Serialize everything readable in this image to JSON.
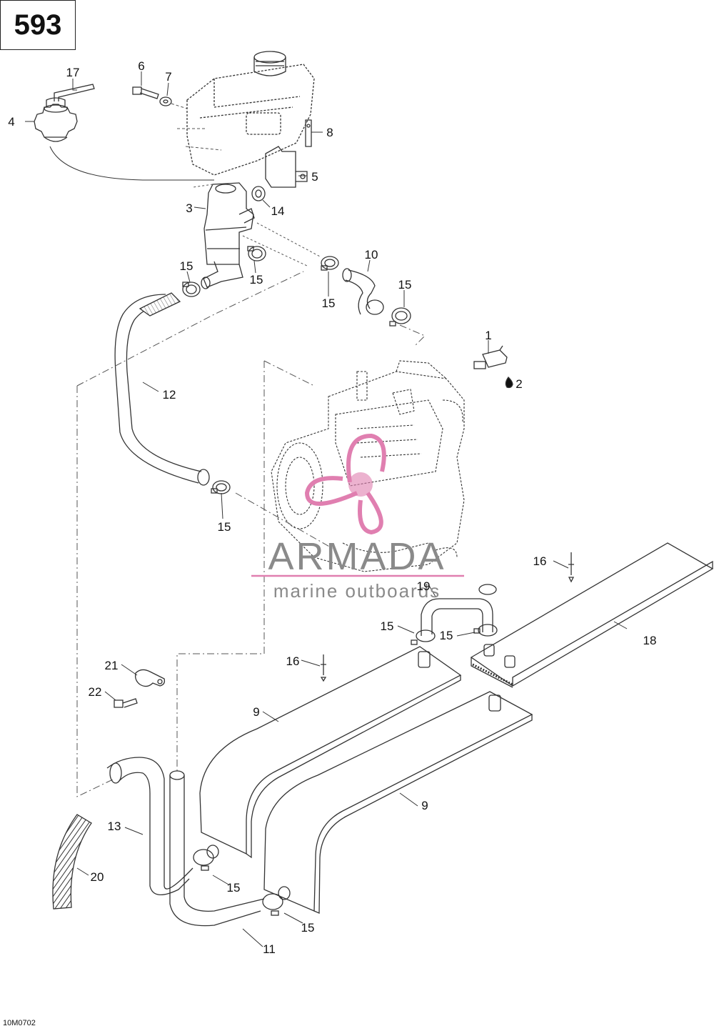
{
  "page": {
    "number": "593",
    "drawing_code": "10M0702"
  },
  "watermark": {
    "brand": "ARMADA",
    "tagline": "marine outboards",
    "accent_color": "#e07fb0"
  },
  "callouts": {
    "c1": "1",
    "c2": "2",
    "c3": "3",
    "c4": "4",
    "c5": "5",
    "c6": "6",
    "c7": "7",
    "c8": "8",
    "c9a": "9",
    "c9b": "9",
    "c10": "10",
    "c11": "11",
    "c12": "12",
    "c13": "13",
    "c14": "14",
    "c15a": "15",
    "c15b": "15",
    "c15c": "15",
    "c15d": "15",
    "c15e": "15",
    "c15f": "15",
    "c15g": "15",
    "c15h": "15",
    "c15i": "15",
    "c16a": "16",
    "c16b": "16",
    "c17": "17",
    "c18": "18",
    "c19": "19",
    "c20": "20",
    "c21": "21",
    "c22": "22"
  },
  "colors": {
    "line": "#333333",
    "dash": "#555555"
  }
}
